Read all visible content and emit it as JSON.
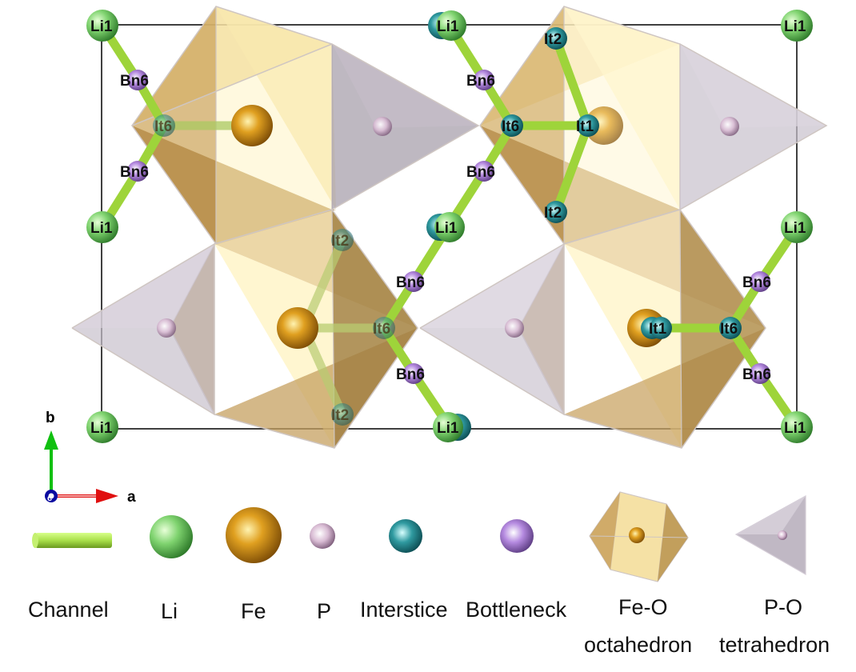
{
  "colors": {
    "channel": "#a9e04a",
    "li": "#6cc264",
    "fe": "#c98a16",
    "p": "#c9a8c4",
    "interstice": "#2f9aa0",
    "bottleneck": "#b58ae0",
    "octahedron": "#d9b46a",
    "tetrahedron": "#b8b0bc",
    "axis_a": "#e01010",
    "axis_b": "#10c010",
    "axis_c": "#1010c0"
  },
  "atom_labels": {
    "li1": "Li1",
    "bn6": "Bn6",
    "it6": "It6",
    "it1": "It1",
    "it2": "It2"
  },
  "axes": {
    "a": "a",
    "b": "b",
    "c": "c"
  },
  "legend": {
    "items": [
      {
        "key": "channel",
        "label": "Channel",
        "icon": "channel-rod"
      },
      {
        "key": "li",
        "label": "Li",
        "icon": "green-sphere"
      },
      {
        "key": "fe",
        "label": "Fe",
        "icon": "orange-sphere"
      },
      {
        "key": "p",
        "label": "P",
        "icon": "pink-sphere"
      },
      {
        "key": "interstice",
        "label": "Interstice",
        "icon": "teal-sphere"
      },
      {
        "key": "bottleneck",
        "label": "Bottleneck",
        "icon": "purple-sphere"
      },
      {
        "key": "fe_o",
        "label": "Fe-O",
        "sublabel": "octahedron",
        "icon": "octahedron"
      },
      {
        "key": "p_o",
        "label": "P-O",
        "sublabel": "tetrahedron",
        "icon": "tetrahedron"
      }
    ]
  }
}
